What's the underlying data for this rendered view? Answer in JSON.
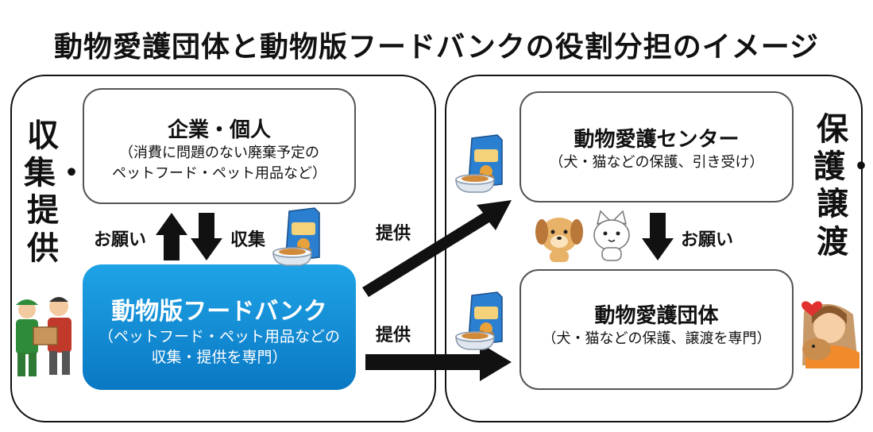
{
  "title": "動物愛護団体と動物版フードバンクの役割分担のイメージ",
  "left_label": "収集・提供",
  "right_label": "保護・譲渡",
  "companies": {
    "title": "企業・個人",
    "desc_line1": "（消費に問題のない廃棄予定の",
    "desc_line2": "ペットフード・ペット用品など）"
  },
  "foodbank": {
    "title": "動物版フードバンク",
    "desc_line1": "（ペットフード・ペット用品などの",
    "desc_line2": "収集・提供を専門）"
  },
  "center": {
    "title": "動物愛護センター",
    "desc": "（犬・猫などの保護、引き受け）"
  },
  "orgs": {
    "title": "動物愛護団体",
    "desc": "（犬・猫などの保護、譲渡を専門）"
  },
  "arrows": {
    "request_left": "お願い",
    "collect": "収集",
    "provide_1": "提供",
    "provide_2": "提供",
    "request_right": "お願い"
  },
  "colors": {
    "foodbank_blue": "#0a78c4",
    "food_bag": "#2a7fd0",
    "dog": "#e0a458",
    "heart": "#e03030"
  },
  "icons": [
    "pet-food-bag-icon",
    "dog-icon",
    "cat-icon",
    "volunteers-icon",
    "person-hugging-dog-icon",
    "heart-icon"
  ]
}
